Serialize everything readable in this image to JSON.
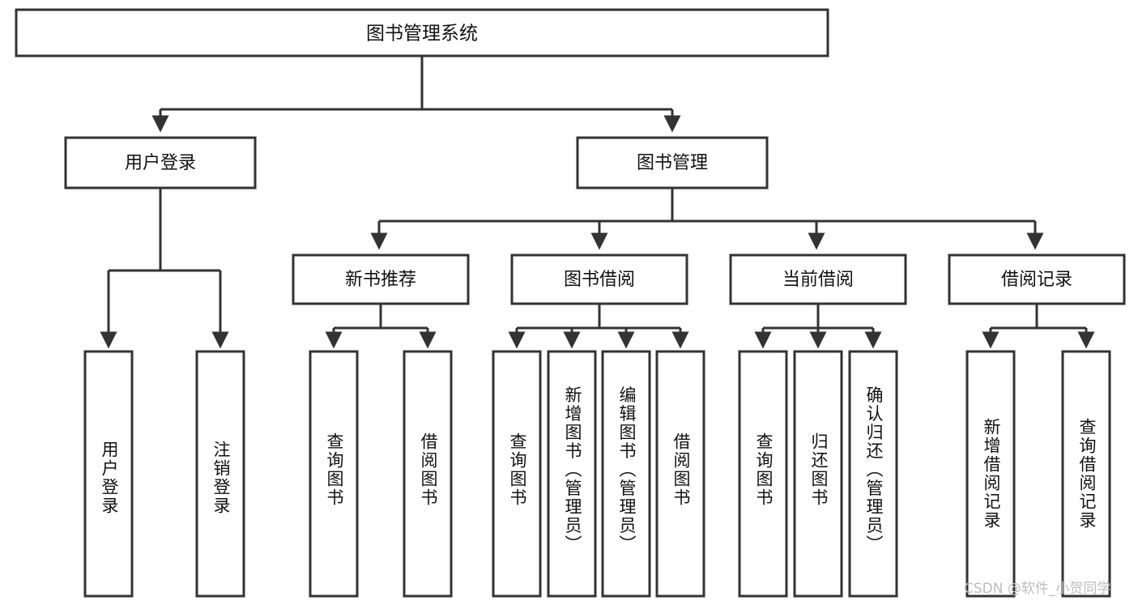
{
  "diagram": {
    "title": "图书管理系统",
    "type": "tree-hierarchy-diagram",
    "watermark": "CSDN @软件_小贺同学",
    "colors": {
      "stroke": "#333333",
      "fill": "#ffffff",
      "text": "#111111",
      "watermark": "#bdbdbd",
      "background": "#ffffff"
    },
    "root": {
      "label": "图书管理系统"
    },
    "level2": [
      {
        "label": "用户登录"
      },
      {
        "label": "图书管理"
      }
    ],
    "level3": [
      {
        "label": "新书推荐"
      },
      {
        "label": "图书借阅"
      },
      {
        "label": "当前借阅"
      },
      {
        "label": "借阅记录"
      }
    ],
    "leaves": {
      "user_login": [
        {
          "label": "用户登录"
        },
        {
          "label": "注销登录"
        }
      ],
      "new_book": [
        {
          "label": "查询图书"
        },
        {
          "label": "借阅图书"
        }
      ],
      "book_borrow": [
        {
          "label": "查询图书"
        },
        {
          "label": "新增图书（管理员）"
        },
        {
          "label": "编辑图书（管理员）"
        },
        {
          "label": "借阅图书"
        }
      ],
      "current_borrow": [
        {
          "label": "查询图书"
        },
        {
          "label": "归还图书"
        },
        {
          "label": "确认归还（管理员）"
        }
      ],
      "borrow_record": [
        {
          "label": "新增借阅记录"
        },
        {
          "label": "查询借阅记录"
        }
      ]
    }
  }
}
